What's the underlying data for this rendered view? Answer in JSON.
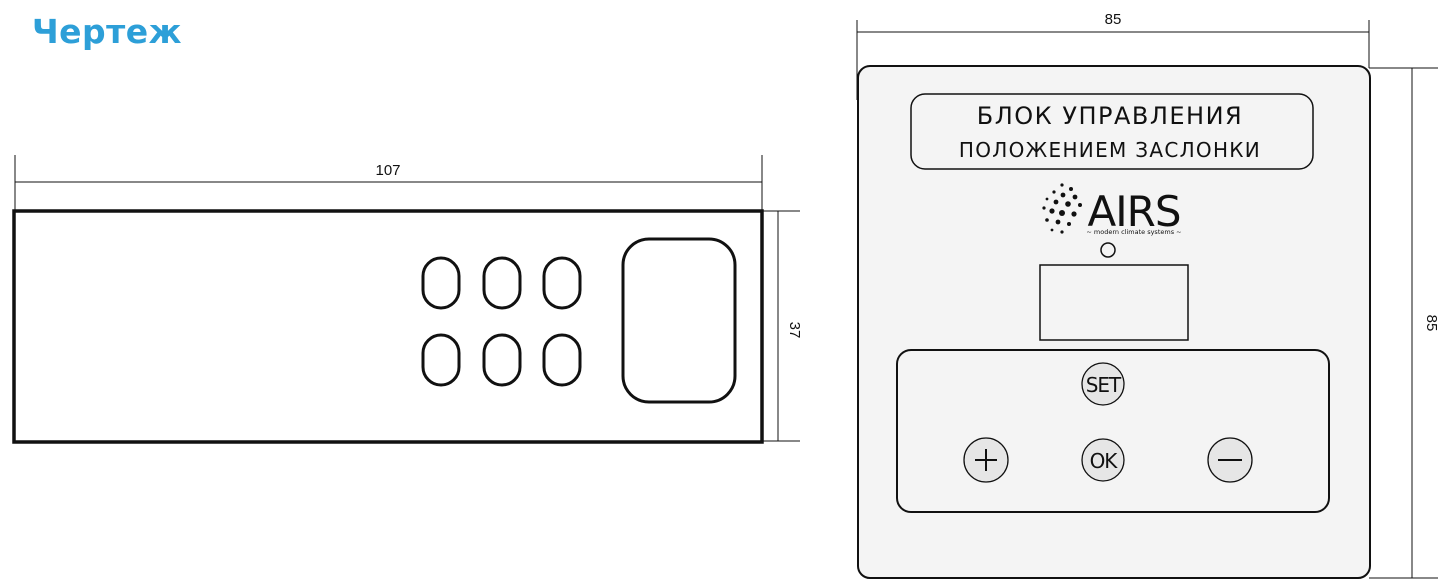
{
  "page": {
    "title": "Чертеж"
  },
  "side_view": {
    "width_dimension": "107",
    "height_dimension": "37"
  },
  "front_view": {
    "width_dimension": "85",
    "height_dimension": "85",
    "label_line1": "БЛОК УПРАВЛЕНИЯ",
    "label_line2": "ПОЛОЖЕНИЕМ ЗАСЛОНКИ",
    "logo_text": "AIRS",
    "logo_tagline": "~ modern climate systems ~",
    "buttons": {
      "set": "SET",
      "ok": "OK",
      "plus": "+",
      "minus": "−"
    }
  },
  "colors": {
    "title": "#2d9fd8",
    "lines": "#111111",
    "panel_fill": "#f2f2f2",
    "button_fill": "#e6e6e6"
  }
}
